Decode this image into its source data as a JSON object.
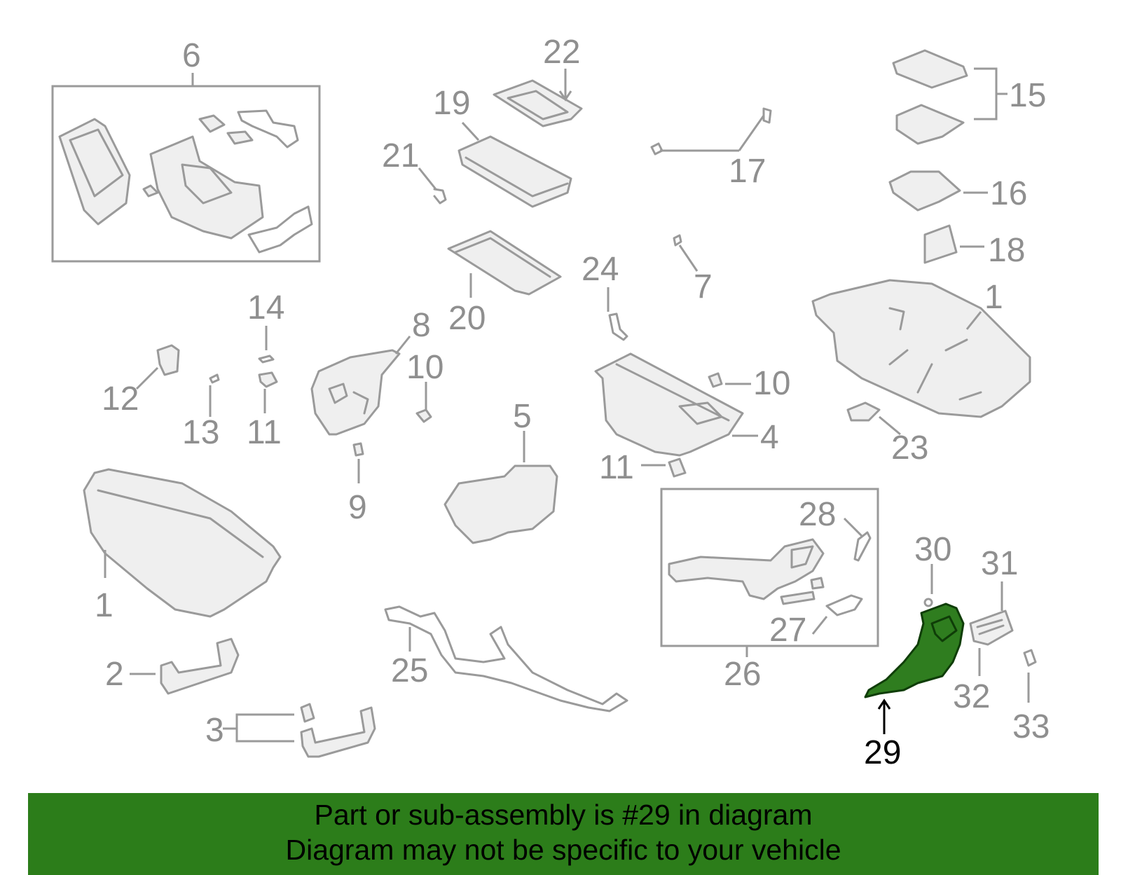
{
  "diagram": {
    "callouts": [
      {
        "id": "c6",
        "label": "6"
      },
      {
        "id": "c22",
        "label": "22"
      },
      {
        "id": "c19",
        "label": "19"
      },
      {
        "id": "c21",
        "label": "21"
      },
      {
        "id": "c17",
        "label": "17"
      },
      {
        "id": "c15",
        "label": "15"
      },
      {
        "id": "c16",
        "label": "16"
      },
      {
        "id": "c18",
        "label": "18"
      },
      {
        "id": "c20",
        "label": "20"
      },
      {
        "id": "c24",
        "label": "24"
      },
      {
        "id": "c7",
        "label": "7"
      },
      {
        "id": "c1a",
        "label": "1"
      },
      {
        "id": "c14",
        "label": "14"
      },
      {
        "id": "c8",
        "label": "8"
      },
      {
        "id": "c10a",
        "label": "10"
      },
      {
        "id": "c10b",
        "label": "10"
      },
      {
        "id": "c12",
        "label": "12"
      },
      {
        "id": "c13",
        "label": "13"
      },
      {
        "id": "c11a",
        "label": "11"
      },
      {
        "id": "c9",
        "label": "9"
      },
      {
        "id": "c5",
        "label": "5"
      },
      {
        "id": "c4",
        "label": "4"
      },
      {
        "id": "c11b",
        "label": "11"
      },
      {
        "id": "c23",
        "label": "23"
      },
      {
        "id": "c28",
        "label": "28"
      },
      {
        "id": "c30",
        "label": "30"
      },
      {
        "id": "c31",
        "label": "31"
      },
      {
        "id": "c1b",
        "label": "1"
      },
      {
        "id": "c27",
        "label": "27"
      },
      {
        "id": "c2",
        "label": "2"
      },
      {
        "id": "c25",
        "label": "25"
      },
      {
        "id": "c26",
        "label": "26"
      },
      {
        "id": "c32",
        "label": "32"
      },
      {
        "id": "c3",
        "label": "3"
      },
      {
        "id": "c33",
        "label": "33"
      },
      {
        "id": "c29",
        "label": "29"
      }
    ],
    "highlight_part": "29",
    "highlight_color": "#2f7d1f"
  },
  "banner": {
    "line1": "Part or sub-assembly is #29 in diagram",
    "line2": "Diagram may not be specific to your vehicle",
    "color": "#2c7d1a"
  }
}
